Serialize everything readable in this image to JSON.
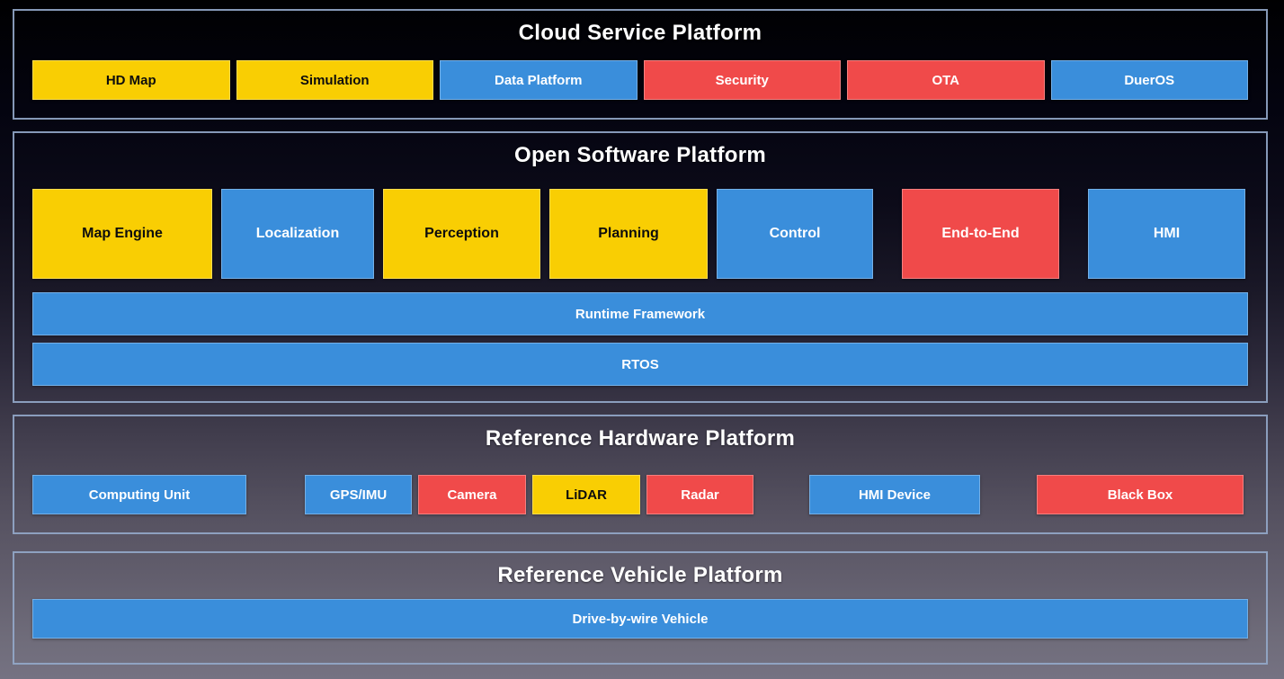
{
  "palette": {
    "yellow": "#f9ce03",
    "blue": "#3a8edb",
    "red": "#f04a4a",
    "section_border": "#94a8ca",
    "title_text": "#ffffff",
    "background_top": "#000001",
    "background_bottom": "#757282"
  },
  "sections": [
    {
      "title": "Cloud Service Platform",
      "items": [
        {
          "label": "HD Map",
          "color": "yellow"
        },
        {
          "label": "Simulation",
          "color": "yellow"
        },
        {
          "label": "Data Platform",
          "color": "blue"
        },
        {
          "label": "Security",
          "color": "red"
        },
        {
          "label": "OTA",
          "color": "red"
        },
        {
          "label": "DuerOS",
          "color": "blue"
        }
      ]
    },
    {
      "title": "Open Software Platform",
      "modules": [
        {
          "label": "Map Engine",
          "color": "yellow"
        },
        {
          "label": "Localization",
          "color": "blue"
        },
        {
          "label": "Perception",
          "color": "yellow"
        },
        {
          "label": "Planning",
          "color": "yellow"
        },
        {
          "label": "Control",
          "color": "blue"
        },
        {
          "label": "End-to-End",
          "color": "red"
        },
        {
          "label": "HMI",
          "color": "blue"
        }
      ],
      "bars": [
        {
          "label": "Runtime Framework",
          "color": "blue"
        },
        {
          "label": "RTOS",
          "color": "blue"
        }
      ]
    },
    {
      "title": "Reference Hardware Platform",
      "items": [
        {
          "label": "Computing Unit",
          "color": "blue"
        },
        {
          "label": "GPS/IMU",
          "color": "blue"
        },
        {
          "label": "Camera",
          "color": "red"
        },
        {
          "label": "LiDAR",
          "color": "yellow"
        },
        {
          "label": "Radar",
          "color": "red"
        },
        {
          "label": "HMI Device",
          "color": "blue"
        },
        {
          "label": "Black Box",
          "color": "red"
        }
      ]
    },
    {
      "title": "Reference Vehicle Platform",
      "bars": [
        {
          "label": "Drive-by-wire Vehicle",
          "color": "blue"
        }
      ]
    }
  ]
}
